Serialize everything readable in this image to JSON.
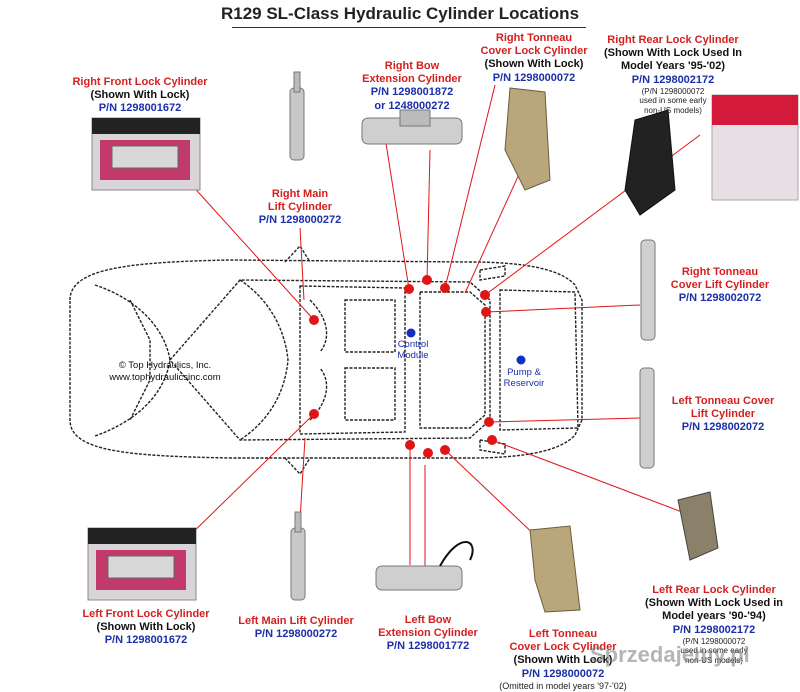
{
  "title": "R129 SL-Class Hydraulic Cylinder Locations",
  "copyright": [
    "© Top Hydraulics, Inc.",
    "www.tophydraulicsinc.com"
  ],
  "modules": {
    "control": [
      "Control",
      "Module"
    ],
    "pump": [
      "Pump &",
      "Reservoir"
    ]
  },
  "labels": {
    "right_front_lock": {
      "name": "Right Front Lock Cylinder",
      "detail": "(Shown With Lock)",
      "pn": "P/N 1298001672"
    },
    "right_main_lift": {
      "name": [
        "Right Main",
        "Lift Cylinder"
      ],
      "pn": "P/N 1298000272"
    },
    "right_bow": {
      "name": [
        "Right Bow",
        "Extension Cylinder"
      ],
      "pn": [
        "P/N 1298001872",
        "or 1248000272"
      ]
    },
    "right_tonneau_lock": {
      "name": [
        "Right Tonneau",
        "Cover Lock Cylinder"
      ],
      "detail": "(Shown With Lock)",
      "pn": "P/N 1298000072"
    },
    "right_rear_lock": {
      "name": "Right Rear Lock Cylinder",
      "detail": [
        "(Shown With Lock Used In",
        "Model Years '95-'02)"
      ],
      "pn": "P/N 1298002172",
      "note": [
        "(P/N 1298000072",
        "used in some early",
        "non-US models)"
      ]
    },
    "right_tonneau_lift": {
      "name": [
        "Right Tonneau",
        "Cover Lift Cylinder"
      ],
      "pn": "P/N 1298002072"
    },
    "left_tonneau_lift": {
      "name": [
        "Left Tonneau Cover",
        "Lift Cylinder"
      ],
      "pn": "P/N 1298002072"
    },
    "left_front_lock": {
      "name": "Left Front Lock Cylinder",
      "detail": "(Shown With Lock)",
      "pn": "P/N 1298001672"
    },
    "left_main_lift": {
      "name": "Left Main Lift Cylinder",
      "pn": "P/N 1298000272"
    },
    "left_bow": {
      "name": [
        "Left Bow",
        "Extension Cylinder"
      ],
      "pn": "P/N 1298001772"
    },
    "left_tonneau_lock": {
      "name": [
        "Left Tonneau",
        "Cover Lock Cylinder"
      ],
      "detail": "(Shown With Lock)",
      "pn": "P/N 1298000072",
      "note": "(Omitted in model years '97-'02)"
    },
    "left_rear_lock": {
      "name": "Left Rear Lock Cylinder",
      "detail": [
        "(Shown With Lock Used in",
        "Model years '90-'94)"
      ],
      "pn": "P/N 1298002172",
      "note": [
        "(P/N 1298000072",
        "used in some early",
        "non-US models)"
      ]
    }
  },
  "watermark": "Sprzedajemy.pl",
  "colors": {
    "label_red": "#d42020",
    "pn_blue": "#1a2fa8",
    "marker_red": "#e01616",
    "marker_blue": "#1030c0"
  }
}
